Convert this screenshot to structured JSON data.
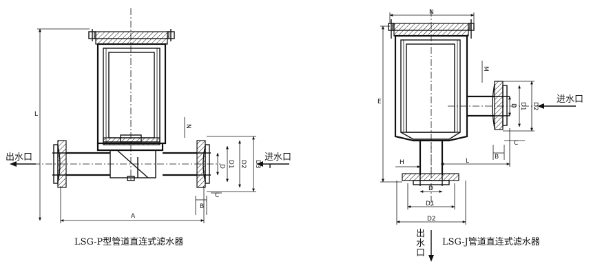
{
  "left_figure": {
    "caption": "LSG-P型管道直连式滤水器",
    "outlet_label": "出水口",
    "inlet_label": "进水口",
    "dims": {
      "L": "L",
      "A": "A",
      "D": "D",
      "D1": "D1",
      "D2": "D2",
      "D3": "D3",
      "B": "B",
      "C": "C",
      "N": "N"
    }
  },
  "right_figure": {
    "caption": "LSG-J管道直连式滤水器",
    "inlet_label": "进水口",
    "outlet_label": "出水口",
    "dims": {
      "N": "N",
      "E": "E",
      "L": "L",
      "D": "D",
      "D1": "D1",
      "D2": "D2",
      "B": "B",
      "C": "C",
      "M": "M",
      "H": "H"
    }
  }
}
